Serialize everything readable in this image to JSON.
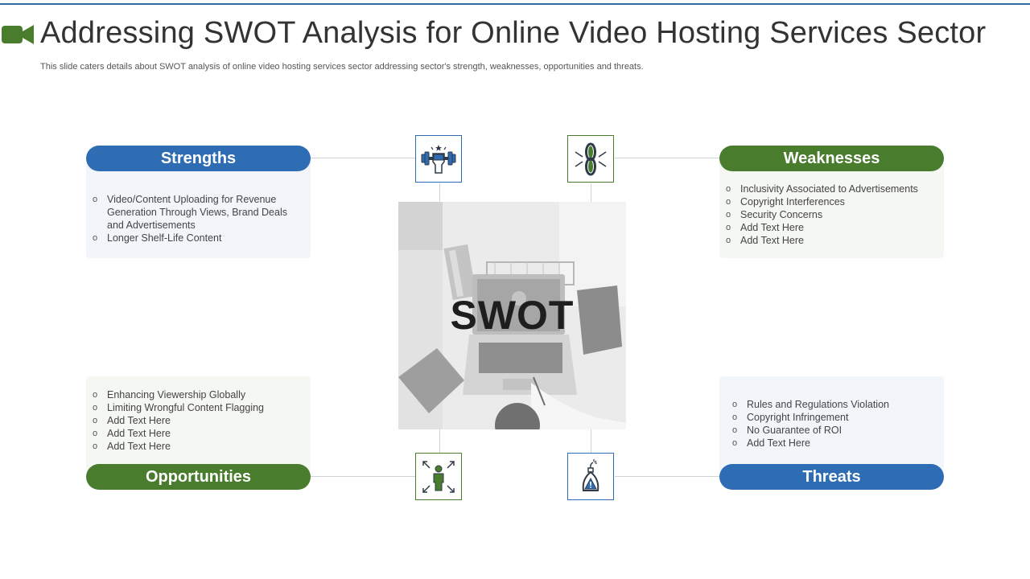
{
  "header": {
    "title": "Addressing SWOT Analysis for Online Video Hosting Services Sector",
    "subtitle": "This slide caters details about SWOT analysis of online video hosting services sector addressing sector's strength, weaknesses, opportunities and threats."
  },
  "center": {
    "label": "SWOT"
  },
  "strengths": {
    "title": "Strengths",
    "items": [
      "Video/Content Uploading for Revenue Generation Through Views, Brand Deals and Advertisements",
      "Longer Shelf-Life Content"
    ]
  },
  "weaknesses": {
    "title": "Weaknesses",
    "items": [
      "Inclusivity Associated to Advertisements",
      "Copyright Interferences",
      "Security Concerns",
      "Add Text Here",
      "Add Text Here"
    ]
  },
  "opportunities": {
    "title": "Opportunities",
    "items": [
      "Enhancing Viewership Globally",
      "Limiting Wrongful Content Flagging",
      "Add Text Here",
      "Add Text Here",
      "Add Text Here"
    ]
  },
  "threats": {
    "title": "Threats",
    "items": [
      "Rules and Regulations Violation",
      "Copyright Infringement",
      "No Guarantee of ROI",
      "Add Text Here"
    ]
  },
  "icons": {
    "strengths": "dumbbell-fist-icon",
    "weaknesses": "broken-chain-icon",
    "opportunities": "person-expand-icon",
    "threats": "bomb-icon"
  },
  "colors": {
    "blue": "#2e6db4",
    "green": "#4a7c2e",
    "title_text": "#333333"
  }
}
